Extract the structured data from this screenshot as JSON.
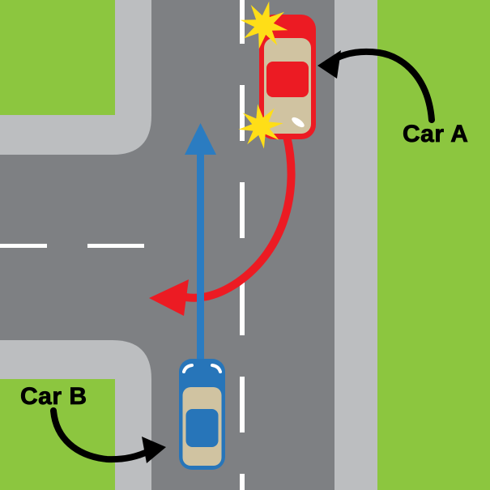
{
  "labels": {
    "car_a": "Car A",
    "car_b": "Car B"
  },
  "colors": {
    "road": "#7E8083",
    "sidewalk": "#BCBEC0",
    "grass": "#8CC63F",
    "marking": "#FFFFFF",
    "car_a_body": "#EC1B23",
    "car_b_body": "#2775B9",
    "red_path_arrow": "#EC1B23",
    "blue_path_arrow": "#2B7CC1",
    "collision_star": "#FFDE17",
    "car_window": "#D0C3A1",
    "headlight": "#FFFFFF",
    "annotation": "#000000"
  },
  "scene": {
    "description": "Top-down traffic diagram of a T-intersection: red Car A turning left across the centre line collides with oncoming blue Car B travelling straight.",
    "icons": [
      "car-a-red-car-icon",
      "car-b-blue-car-icon",
      "collision-burst-icon-front",
      "collision-burst-icon-rear",
      "red-turn-path-arrow-icon",
      "blue-straight-path-arrow-icon",
      "car-a-pointer-arrow-icon",
      "car-b-pointer-arrow-icon"
    ]
  }
}
